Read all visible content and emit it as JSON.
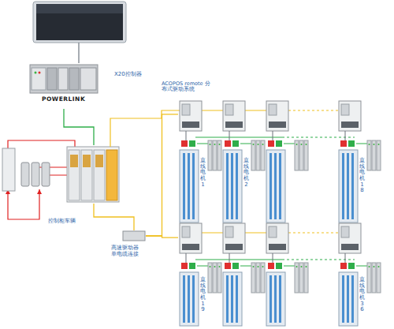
{
  "diagram": {
    "nodes": [
      {
        "text": [
          "X20控制器",
          "POWERLINK"
        ]
      },
      {
        "text": [
          "控制柜车辆"
        ]
      },
      {
        "text": [
          "高速驱动器 单电缆连接"
        ]
      },
      {
        "text": [
          "直线电机1"
        ]
      },
      {
        "text": [
          "直线电机2"
        ]
      },
      {
        "text": [
          "直线电机18"
        ]
      },
      {
        "text": [
          "直线电机19"
        ]
      },
      {
        "text": [
          "直线电机36"
        ]
      }
    ],
    "edges": [
      {
        "from": 0,
        "to": 1,
        "arrow": "none"
      },
      {
        "from": 1,
        "to": 2,
        "arrow": "none"
      },
      {
        "from": 2,
        "to": 3,
        "arrow": "none"
      },
      {
        "from": 2,
        "to": 6,
        "arrow": "none"
      }
    ],
    "labels": [
      "ACOPOS remote 分布式驱动系统"
    ]
  }
}
